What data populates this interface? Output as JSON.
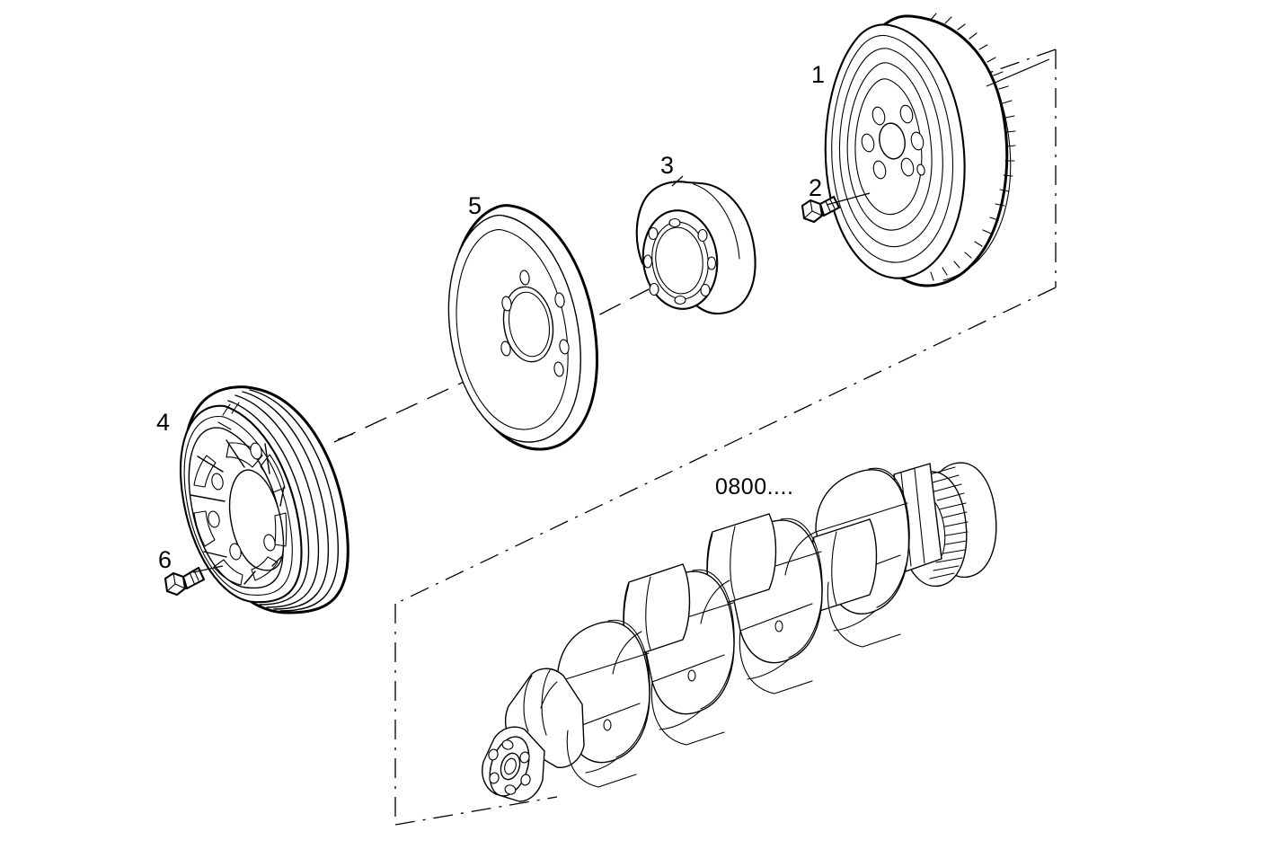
{
  "diagram": {
    "title": "Crankshaft, flywheel and pulley exploded parts diagram",
    "reference_label": "0800....",
    "line_color": "#000000",
    "background_color": "#ffffff"
  },
  "callouts": [
    {
      "id": "1",
      "label": "1",
      "part": "flywheel-with-ring-gear"
    },
    {
      "id": "2",
      "label": "2",
      "part": "flywheel-bolt"
    },
    {
      "id": "3",
      "label": "3",
      "part": "spacer-hub"
    },
    {
      "id": "4",
      "label": "4",
      "part": "crankshaft-pulley-damper"
    },
    {
      "id": "5",
      "label": "5",
      "part": "damper-plate"
    },
    {
      "id": "6",
      "label": "6",
      "part": "pulley-bolt"
    }
  ],
  "parts": {
    "flywheel": {
      "callout": "1",
      "hole_count": 6,
      "has_ring_gear": true
    },
    "flywheel_bolt": {
      "callout": "2",
      "head": "hex"
    },
    "spacer_hub": {
      "callout": "3",
      "hole_count": 8
    },
    "pulley": {
      "callout": "4",
      "groove_count": 4,
      "hole_count": 6
    },
    "damper_plate": {
      "callout": "5",
      "hole_count": 6
    },
    "pulley_bolt": {
      "callout": "6",
      "head": "hex"
    },
    "crankshaft": {
      "reference": "0800....",
      "journal_count": 4,
      "has_timing_gear": true
    }
  }
}
